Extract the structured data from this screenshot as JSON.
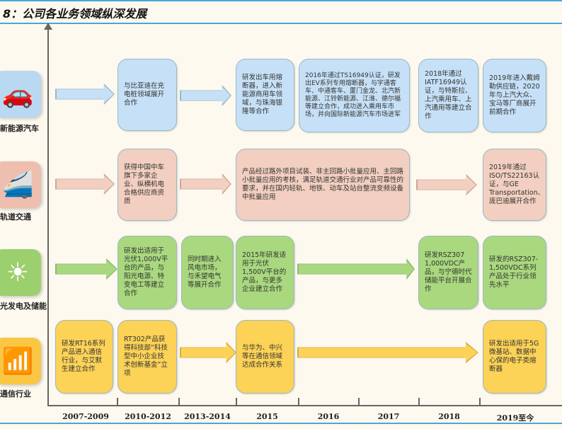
{
  "title": "8：公司各业务领域纵深发展",
  "years": [
    "2007-2009",
    "2010-2012",
    "2013-2014",
    "2015",
    "2016",
    "2017",
    "2018",
    "2019至今"
  ],
  "categories": [
    {
      "label": "新能源汽车",
      "icon": "car-icon",
      "color": "#c6e1f7"
    },
    {
      "label": "轨道交通",
      "icon": "train-icon",
      "color": "#f2cfc0"
    },
    {
      "label": "光发电及储能",
      "icon": "solar-wind-icon",
      "color": "#a9d87e"
    },
    {
      "label": "通信行业",
      "icon": "signal-tower-icon",
      "color": "#fcd257"
    }
  ],
  "ev": [
    "与比亚迪在充电桩领域展开合作",
    "研发出车用熔断器，进入新能源商用车领域，与珠海银隆等合作",
    "2016年通过TS16949认证，研发出EV系列专用熔断器，与宇通客车、中通客车、厦门金龙、北汽新能源、江铃新能源、江淮、德尔福等建立合作，成功进入乘用车市场，并向国际新能源汽车市场进军",
    "2018年通过IATF16949认证，与特斯拉、上汽乘用车、上汽通用等建立合作",
    "2019年进入戴姆勒供应链，2020年与上汽大众、宝马等厂商展开前期合作"
  ],
  "rail": [
    "获得中国中车旗下多家企业、纵横机电合格供应商资质",
    "产品经过路外项目试装、非主回路小批量应用、主回路小批量应用的考核，满足轨道交通行业对产品可靠性的要求，并在国内轻轨、地铁、动车及站台整流变频设备中批量应用",
    "2019年通过ISO/TS22163认证，与GE Transportation、庞巴迪展开合作"
  ],
  "solar": [
    "研发出适用于光伏1,000V平台的产品，与阳光电源、特变电工等建立合作",
    "同时期进入风电市场，与禾望电气等展开合作",
    "2015年研发适用于光伏1,500V平台的产品，与更多企业建立合作",
    "研发RSZ307 1,000VDC产品，与宁德时代储能平台开展合作",
    "研发的RSZ307-1,500VDC系列产品处于行业领先水平"
  ],
  "telecom": [
    "研发RT16系列产品进入通信行业，与艾默生建立合作",
    "RT302产品获得科技部“科技型中小企业技术创新基金”立项",
    "与华为、中兴等在通信领域达成合作关系",
    "研发出适用于5G微基站、数据中心保的电子类熔断器"
  ]
}
